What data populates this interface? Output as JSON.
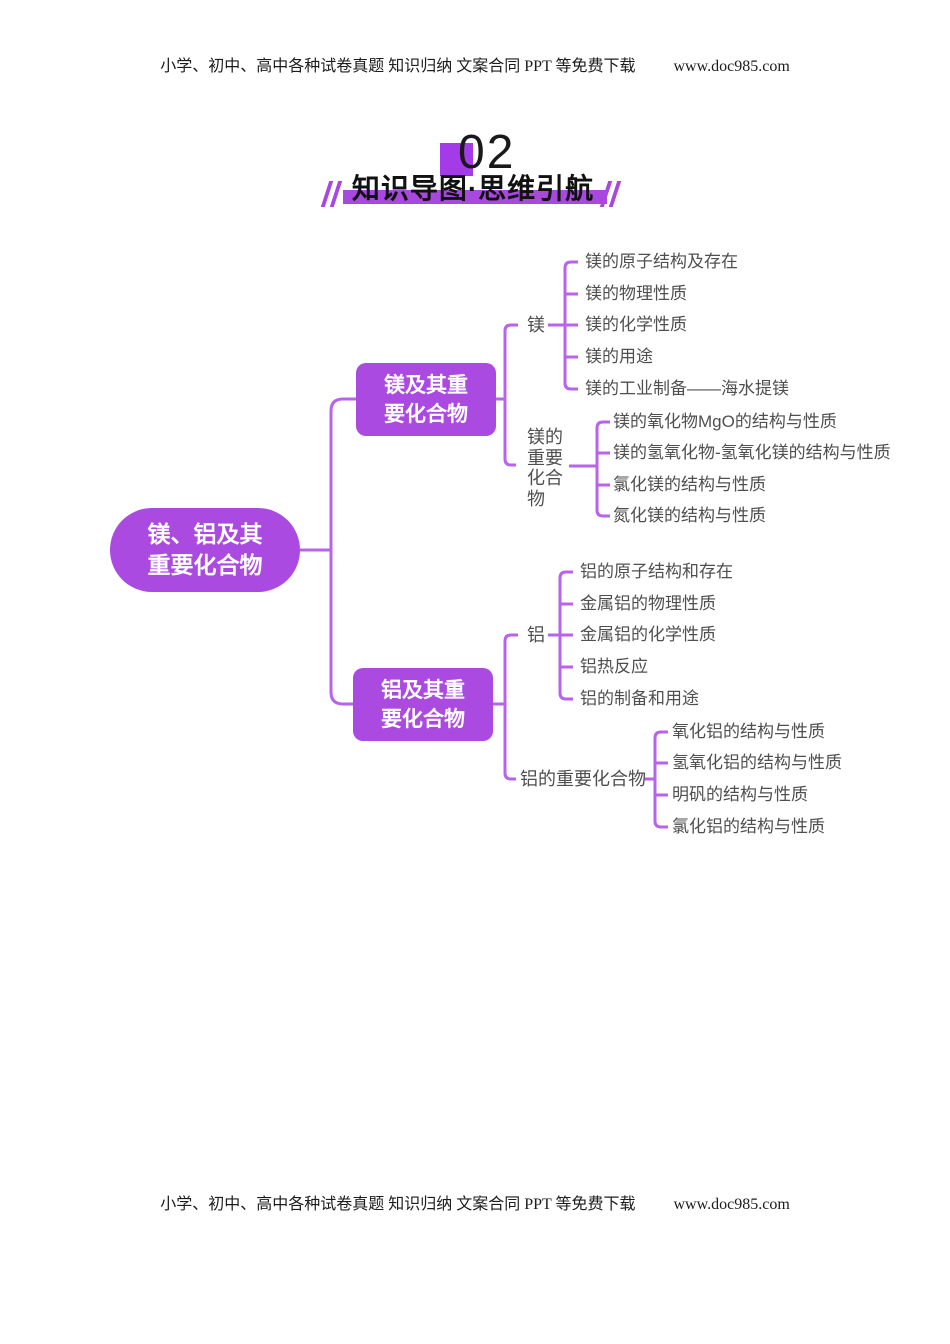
{
  "theme": {
    "node_color": "#AA4AE0",
    "connector_color": "#B763EA",
    "title_bar_color": "#A948DF",
    "number_square_color": "#A43BE8",
    "leaf_text_color": "#4f4f4f"
  },
  "header": {
    "text": "小学、初中、高中各种试卷真题 知识归纳 文案合同 PPT 等免费下载",
    "url": "www.doc985.com"
  },
  "footer": {
    "text": "小学、初中、高中各种试卷真题 知识归纳 文案合同 PPT 等免费下载",
    "url": "www.doc985.com"
  },
  "section": {
    "number": "02",
    "title": "知识导图·思维引航"
  },
  "mindmap": {
    "root": {
      "label": "镁、铝及其重要化合物"
    },
    "branches": [
      {
        "label": "镁及其重要化合物",
        "children": [
          {
            "label": "镁",
            "leaves": [
              "镁的原子结构及存在",
              "镁的物理性质",
              "镁的化学性质",
              "镁的用途",
              "镁的工业制备——海水提镁"
            ]
          },
          {
            "label": "镁的重要化合物",
            "leaves": [
              "镁的氧化物MgO的结构与性质",
              "镁的氢氧化物-氢氧化镁的结构与性质",
              "氯化镁的结构与性质",
              "氮化镁的结构与性质"
            ]
          }
        ]
      },
      {
        "label": "铝及其重要化合物",
        "children": [
          {
            "label": "铝",
            "leaves": [
              "铝的原子结构和存在",
              "金属铝的物理性质",
              "金属铝的化学性质",
              "铝热反应",
              "铝的制备和用途"
            ]
          },
          {
            "label": "铝的重要化合物",
            "leaves": [
              "氧化铝的结构与性质",
              "氢氧化铝的结构与性质",
              "明矾的结构与性质",
              "氯化铝的结构与性质"
            ]
          }
        ]
      }
    ]
  }
}
